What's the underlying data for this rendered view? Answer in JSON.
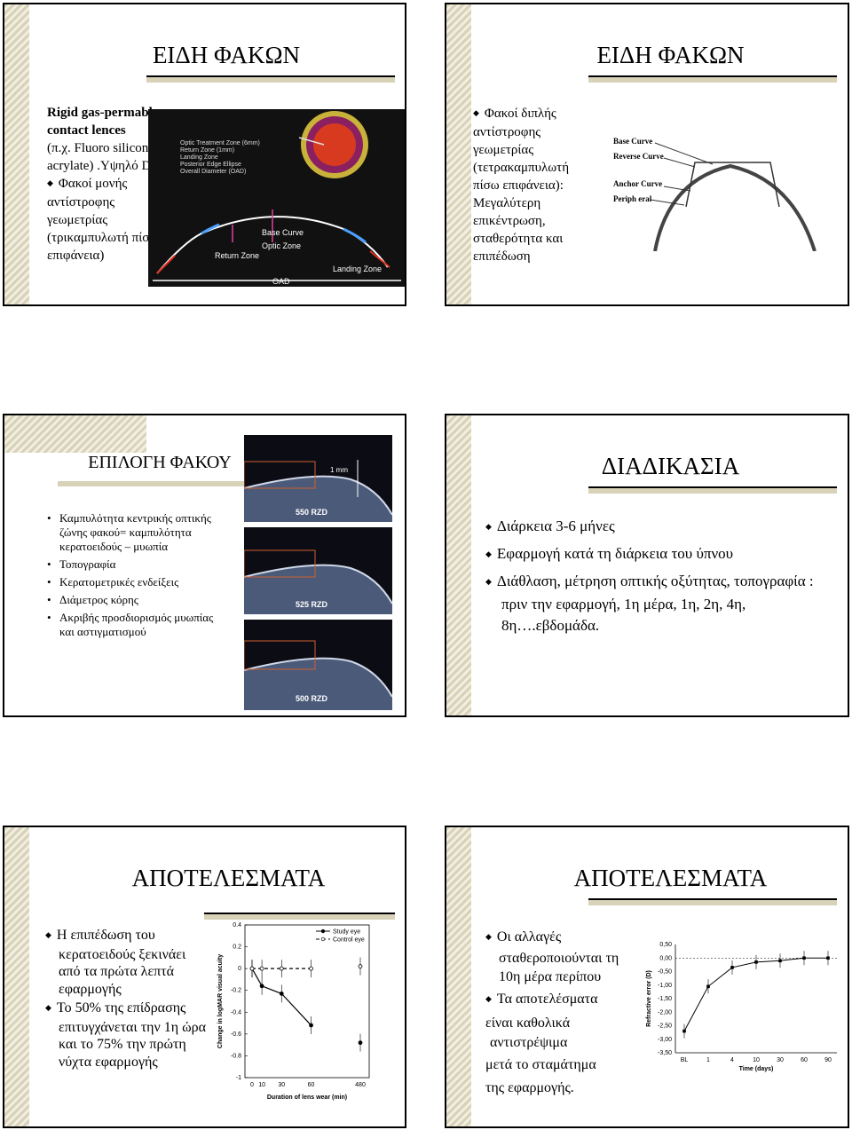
{
  "slide1": {
    "title": "ΕΙΔΗ ΦΑΚΩΝ",
    "text_bold": "Rigid gas-permable contact lences",
    "text1": "(π.χ. Fluoro silicone acrylate) .Υψηλό Dk.",
    "bullet": "Φακοί μονής αντίστροφης γεωμετρίας (τρικαμπυλωτή πίσω επιφάνεια)",
    "legend": [
      "Optic Treatment Zone (6mm)",
      "Return Zone (1mm)",
      "Landing Zone",
      "Posterior Edge Ellipse",
      "Overall Diameter (OAD)"
    ],
    "labels": {
      "base_curve": "Base Curve",
      "optic_zone": "Optic Zone",
      "return_zone": "Return Zone",
      "landing_zone": "Landing Zone",
      "oad": "OAD"
    }
  },
  "slide2": {
    "title": "ΕΙΔΗ ΦΑΚΩΝ",
    "bullet": "Φακοί διπλής αντίστροφης γεωμετρίας (τετρακαμπυλωτή πίσω επιφάνεια): Μεγαλύτερη επικέντρωση, σταθερότητα και επιπέδωση",
    "labels": [
      "Base Curve",
      "Reverse Curve",
      "Anchor Curve",
      "Periph eral"
    ]
  },
  "slide3": {
    "title": "ΕΠΙΛΟΓΗ ΦΑΚΟΥ",
    "bullets": [
      "Καμπυλότητα κεντρικής οπτικής ζώνης φακού= καμπυλότητα κερατοειδούς – μυωπία",
      "Τοπογραφία",
      "Κερατομετρικές ενδείξεις",
      "Διάμετρος κόρης",
      "Ακριβής προσδιορισμός μυωπίας και αστιγματισμού"
    ],
    "image_labels": [
      "1 mm",
      "550 RZD",
      "525 RZD",
      "500 RZD"
    ]
  },
  "slide4": {
    "title": "ΔΙΑΔΙΚΑΣΙΑ",
    "bullets": [
      "Διάρκεια 3-6 μήνες",
      "Εφαρμογή κατά τη διάρκεια του ύπνου",
      "Διάθλαση, μέτρηση οπτικής οξύτητας, τοπογραφία : πριν την εφαρμογή, 1η μέρα, 1η, 2η, 4η, 8η….εβδομάδα."
    ]
  },
  "slide5": {
    "title": "ΑΠΟΤΕΛΕΣΜΑΤΑ",
    "bullets": [
      "Η επιπέδωση του κερατοειδούς ξεκινάει από τα πρώτα λεπτά εφαρμογής",
      "Το 50% της επίδρασης επιτυγχάνεται την 1η ώρα και το 75% την πρώτη νύχτα εφαρμογής"
    ]
  },
  "slide6": {
    "title": "ΑΠΟΤΕΛΕΣΜΑΤΑ",
    "bullet1": "Οι αλλαγές σταθεροποιούνται τη 10η μέρα περίπου",
    "bullet2": "Τα αποτελέσματα",
    "lines": [
      "είναι καθολικά",
      "αντιστρέψιμα",
      "μετά το σταμάτημα",
      "της εφαρμογής."
    ]
  },
  "chart_data": [
    {
      "type": "line",
      "xlabel": "Duration of lens wear (min)",
      "ylabel": "Change in logMAR visual acuity",
      "categories": [
        "0",
        "10",
        "30",
        "60",
        "480"
      ],
      "ylim": [
        -1,
        0.4
      ],
      "yticks": [
        "0.4",
        "0.2",
        "0",
        "-0.2",
        "-0.4",
        "-0.6",
        "-0.8",
        "-1"
      ],
      "legend": "top-right",
      "series": [
        {
          "name": "Study eye",
          "values": [
            0,
            -0.16,
            -0.23,
            -0.52,
            -0.68
          ]
        },
        {
          "name": "Control eye",
          "values": [
            0,
            0,
            0,
            0,
            0.02
          ]
        }
      ]
    },
    {
      "type": "line",
      "xlabel": "Time (days)",
      "ylabel": "Refractive error (D)",
      "categories": [
        "BL",
        "1",
        "4",
        "10",
        "30",
        "60",
        "90"
      ],
      "ylim": [
        -3.5,
        0.5
      ],
      "yticks": [
        "0,50",
        "0,00",
        "-0,50",
        "-1,00",
        "-1,50",
        "-2,00",
        "-2,50",
        "-3,00",
        "-3,50"
      ],
      "series": [
        {
          "values": [
            -2.7,
            -1.05,
            -0.35,
            -0.15,
            -0.1,
            0.0,
            0.0
          ]
        }
      ]
    }
  ]
}
